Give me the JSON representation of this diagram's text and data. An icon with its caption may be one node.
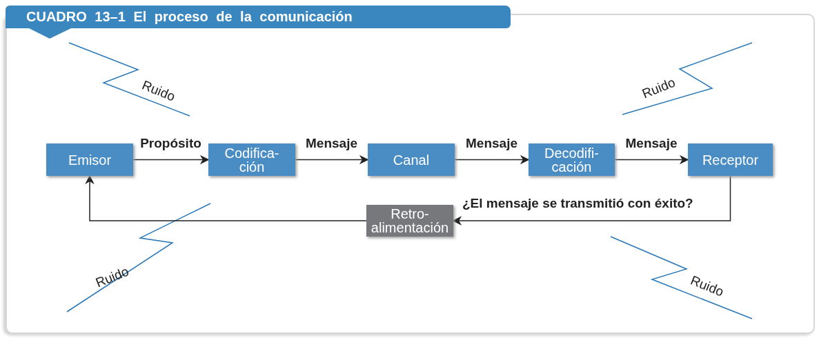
{
  "diagram": {
    "title": "CUADRO 13–1 El proceso de la comunicación",
    "nodes": [
      {
        "text": [
          "Emisor"
        ]
      },
      {
        "text": [
          "Codifica- ción"
        ]
      },
      {
        "text": [
          "Canal"
        ]
      },
      {
        "text": [
          "Decodifi- cación"
        ]
      },
      {
        "text": [
          "Receptor"
        ]
      },
      {
        "text": [
          "Retro- alimentación"
        ]
      }
    ],
    "edges": [
      {
        "from": 0,
        "to": 1,
        "arrow": "to",
        "label": "Propósito"
      },
      {
        "from": 1,
        "to": 2,
        "arrow": "to",
        "label": "Mensaje"
      },
      {
        "from": 2,
        "to": 3,
        "arrow": "to",
        "label": "Mensaje"
      },
      {
        "from": 3,
        "to": 4,
        "arrow": "to",
        "label": "Mensaje"
      },
      {
        "from": 4,
        "to": 5,
        "arrow": "to",
        "label": "¿El mensaje se transmitió con éxito?"
      },
      {
        "from": 5,
        "to": 0,
        "arrow": "to"
      }
    ],
    "labels": [
      "Ruido",
      "Ruido",
      "Ruido",
      "Ruido"
    ]
  }
}
